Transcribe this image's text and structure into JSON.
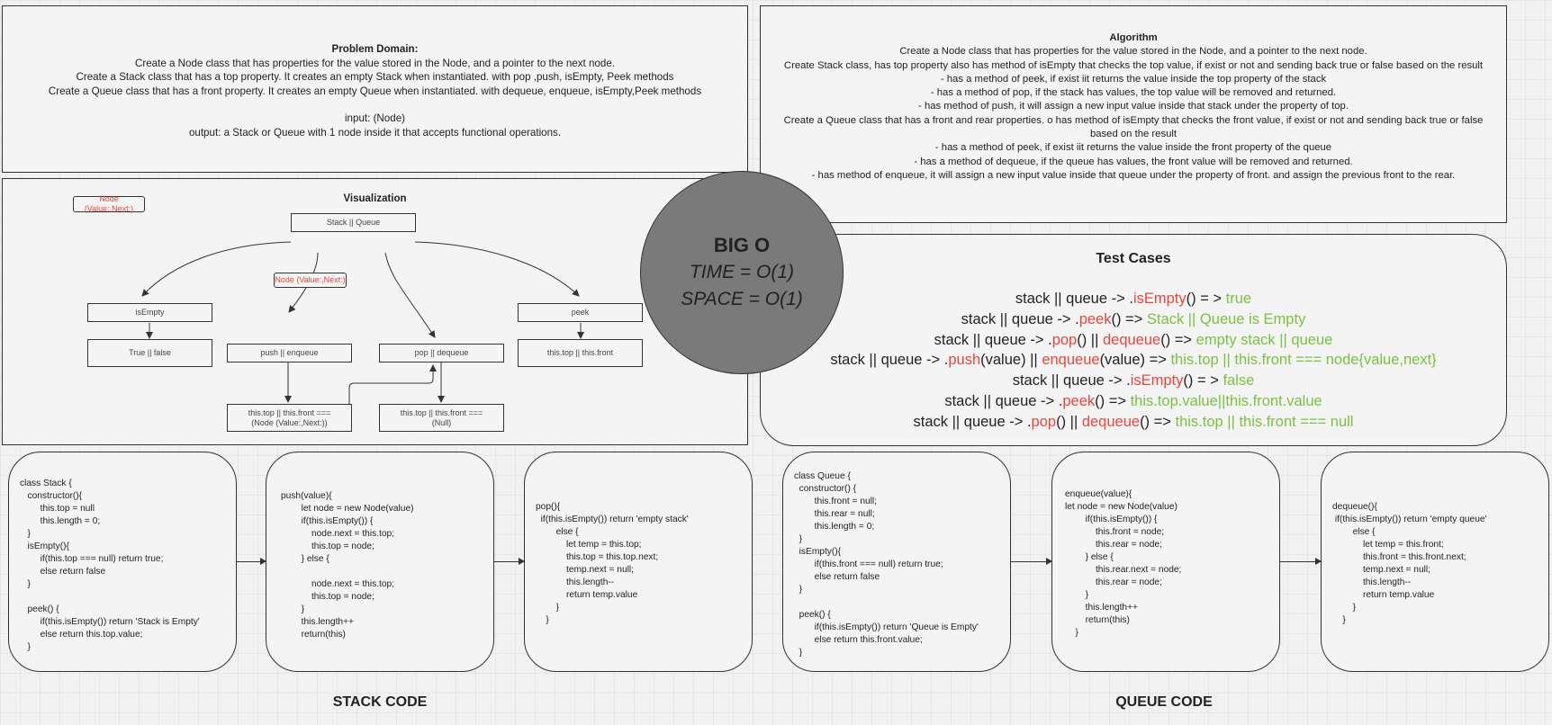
{
  "problem": {
    "title": "Problem Domain:",
    "lines": [
      "Create a Node class that has properties for the value stored in the Node, and a pointer to the next node.",
      "Create a Stack class that has a top property. It creates an empty Stack when instantiated. with pop ,push, isEmpty, Peek methods",
      "Create a Queue class that has a front property. It creates an empty Queue when instantiated. with dequeue, enqueue, isEmpty,Peek methods",
      "",
      "input: (Node)",
      "output: a Stack or Queue with 1 node inside it that accepts functional operations."
    ]
  },
  "algorithm": {
    "title": "Algorithm",
    "lines": [
      "Create a Node class that has properties for the value stored in the Node, and a pointer to the next node.",
      "Create Stack class, has top property also has  method of isEmpty that checks the top value, if exist or not and sending back true or false based on the result",
      "- has a method of peek, if exist iit returns the value inside the top property of the stack",
      "- has a method of pop, if the stack has values, the top value will be removed and returned.",
      "- has method of push, it will assign a new input value inside that stack under the property of top.",
      "Create a Queue class that has a front and rear properties. o has method of isEmpty that checks the front value, if exist or not and sending back true or false based on the result",
      "- has a method of peek, if exist iit returns the value inside the front property of the queue",
      "- has a method of dequeue, if the queue has values, the front value will be removed and returned.",
      "- has method of enqueue, it will assign a new input value inside that queue under the property of front. and assign the previous front to the rear."
    ]
  },
  "visualization": {
    "title": "Visualization",
    "nodes": {
      "node_legend": "Node (Value:,Next:)",
      "root": "Stack || Queue",
      "node_mid": "Node (Value:,Next:)",
      "isempty": "isEmpty",
      "isempty_result": "True || false",
      "push": "push || enqueue",
      "pop": "pop || dequeue",
      "peek": "peek",
      "peek_result": "this.top || this.front",
      "push_result": "this.top || this.front ===\n(Node (Value:,Next:))",
      "pop_result": "this.top || this.front ===\n(Null)"
    }
  },
  "big_o": {
    "title": "BIG O",
    "time": "TIME = O(1)",
    "space": "SPACE = O(1)"
  },
  "test_cases": {
    "title": "Test Cases",
    "lines": [
      [
        {
          "t": "stack || queue -> ."
        },
        {
          "t": "isEmpty",
          "c": "r"
        },
        {
          "t": "() = >  "
        },
        {
          "t": "true",
          "c": "g"
        }
      ],
      [
        {
          "t": "stack || queue  -> ."
        },
        {
          "t": "peek",
          "c": "r"
        },
        {
          "t": "() => "
        },
        {
          "t": "Stack || Queue    is Empty",
          "c": "g"
        }
      ],
      [
        {
          "t": "stack || queue  -> ."
        },
        {
          "t": "pop",
          "c": "r"
        },
        {
          "t": "() || "
        },
        {
          "t": "dequeue",
          "c": "r"
        },
        {
          "t": "() =>  "
        },
        {
          "t": "empty stack || queue",
          "c": "g"
        }
      ],
      [
        {
          "t": "stack || queue -> ."
        },
        {
          "t": "push",
          "c": "r"
        },
        {
          "t": "(value) || "
        },
        {
          "t": "enqueue",
          "c": "r"
        },
        {
          "t": "(value) => "
        },
        {
          "t": "this.top || this.front  ===  node{value,next}",
          "c": "g"
        }
      ],
      [
        {
          "t": "stack || queue -> ."
        },
        {
          "t": "isEmpty",
          "c": "r"
        },
        {
          "t": "() = > "
        },
        {
          "t": "false",
          "c": "g"
        }
      ],
      [
        {
          "t": "stack || queue -> ."
        },
        {
          "t": "peek",
          "c": "r"
        },
        {
          "t": "() => "
        },
        {
          "t": "this.top.value||this.front.value",
          "c": "g"
        }
      ],
      [
        {
          "t": "stack || queue -> ."
        },
        {
          "t": "pop",
          "c": "r"
        },
        {
          "t": "() || "
        },
        {
          "t": "dequeue",
          "c": "r"
        },
        {
          "t": "() => "
        },
        {
          "t": "this.top || this.front ===  null",
          "c": "g"
        }
      ]
    ]
  },
  "code": {
    "stack_class": "class Stack {\n   constructor(){\n        this.top = null\n        this.length = 0;\n   }\n   isEmpty(){\n        if(this.top === null) return true;\n        else return false\n   }\n\n   peek() {\n        if(this.isEmpty()) return 'Stack is Empty'\n        else return this.top.value;\n   }",
    "stack_push": "push(value){\n        let node = new Node(value)\n        if(this.isEmpty()) {\n            node.next = this.top;\n            this.top = node;\n        } else {\n\n            node.next = this.top;\n            this.top = node;\n        }\n        this.length++\n        return(this)",
    "stack_pop": "pop(){\n  if(this.isEmpty()) return 'empty stack'\n        else {\n            let temp = this.top;\n            this.top = this.top.next;\n            temp.next = null;\n            this.length--\n            return temp.value\n        }\n    }",
    "queue_class": "class Queue {\n  constructor() {\n        this.front = null;\n        this.rear = null;\n        this.length = 0;\n  }\n  isEmpty(){\n        if(this.front === null) return true;\n        else return false\n  }\n\n  peek() {\n        if(this.isEmpty()) return 'Queue is Empty'\n        else return this.front.value;\n  }",
    "queue_enqueue": "enqueue(value){\nlet node = new Node(value)\n        if(this.isEmpty()) {\n            this.front = node;\n            this.rear = node;\n        } else {\n            this.rear.next = node;\n            this.rear = node;\n        }\n        this.length++\n        return(this)\n    }",
    "queue_dequeue": "dequeue(){\n if(this.isEmpty()) return 'empty queue'\n        else {\n            let temp = this.front;\n            this.front = this.front.next;\n            temp.next = null;\n            this.length--\n            return temp.value\n        }\n    }"
  },
  "labels": {
    "stack_code": "STACK CODE",
    "queue_code": "QUEUE CODE"
  }
}
